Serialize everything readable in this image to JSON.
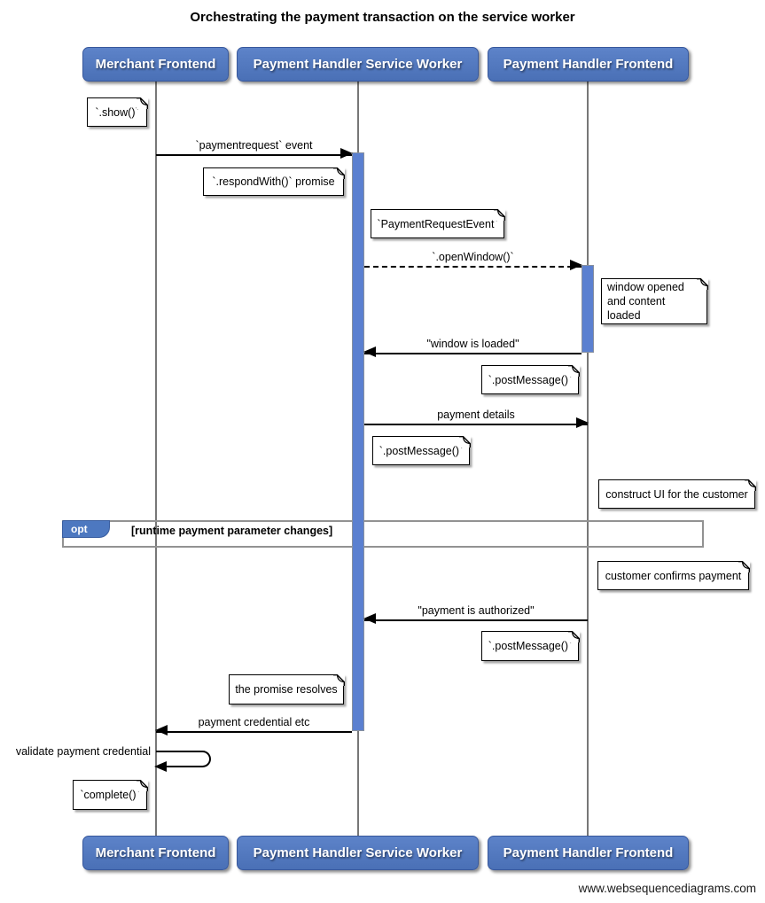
{
  "title": "Orchestrating the payment transaction on the service worker",
  "footer": "www.websequencediagrams.com",
  "actors": [
    {
      "label": "Merchant Frontend"
    },
    {
      "label": "Payment Handler Service Worker"
    },
    {
      "label": "Payment Handler Frontend"
    }
  ],
  "messages": [
    {
      "label": "`paymentrequest` event",
      "from": "Merchant Frontend",
      "to": "Payment Handler Service Worker",
      "line": "solid"
    },
    {
      "label": "`.openWindow()`",
      "from": "Payment Handler Service Worker",
      "to": "Payment Handler Frontend",
      "line": "dashed"
    },
    {
      "label": "\"window is loaded\"",
      "from": "Payment Handler Frontend",
      "to": "Payment Handler Service Worker",
      "line": "solid"
    },
    {
      "label": "payment details",
      "from": "Payment Handler Service Worker",
      "to": "Payment Handler Frontend",
      "line": "solid"
    },
    {
      "label": "\"payment is authorized\"",
      "from": "Payment Handler Frontend",
      "to": "Payment Handler Service Worker",
      "line": "solid"
    },
    {
      "label": "payment credential etc",
      "from": "Payment Handler Service Worker",
      "to": "Merchant Frontend",
      "line": "solid"
    },
    {
      "label": "validate payment credential",
      "from": "Merchant Frontend",
      "to": "Merchant Frontend",
      "line": "solid",
      "self": true
    }
  ],
  "notes": [
    {
      "text": "`.show()`"
    },
    {
      "text": "`.respondWith()` promise"
    },
    {
      "text": "`PaymentRequestEvent`"
    },
    {
      "text": "window opened\nand content loaded"
    },
    {
      "text": "`.postMessage()`"
    },
    {
      "text": "`.postMessage()`"
    },
    {
      "text": "construct UI for the customer"
    },
    {
      "text": "customer confirms payment"
    },
    {
      "text": "`.postMessage()`"
    },
    {
      "text": "the promise resolves"
    },
    {
      "text": "`complete()`"
    }
  ],
  "fragment": {
    "operator": "opt",
    "condition": "[runtime payment parameter changes]"
  },
  "colors": {
    "actor_fill": "#4d76bd",
    "actor_border": "#38589c",
    "activation_fill": "#5b80d0",
    "frame_border": "#929292",
    "lifeline": "#777777"
  }
}
